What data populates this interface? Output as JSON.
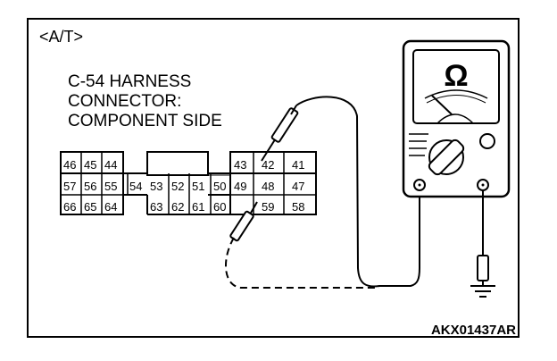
{
  "header": {
    "title": "<A/T>"
  },
  "connector": {
    "label_lines": [
      "C-54 HARNESS",
      "CONNECTOR:",
      "COMPONENT SIDE"
    ],
    "row1": [
      "46",
      "45",
      "44",
      "43",
      "42",
      "41"
    ],
    "row2": [
      "57",
      "56",
      "55",
      "54",
      "53",
      "52",
      "51",
      "50",
      "49",
      "48",
      "47"
    ],
    "row3": [
      "66",
      "65",
      "64",
      "63",
      "62",
      "61",
      "60",
      "59",
      "58"
    ]
  },
  "meter": {
    "symbol": "Ω"
  },
  "footer": {
    "code": "AKX01437AR"
  }
}
